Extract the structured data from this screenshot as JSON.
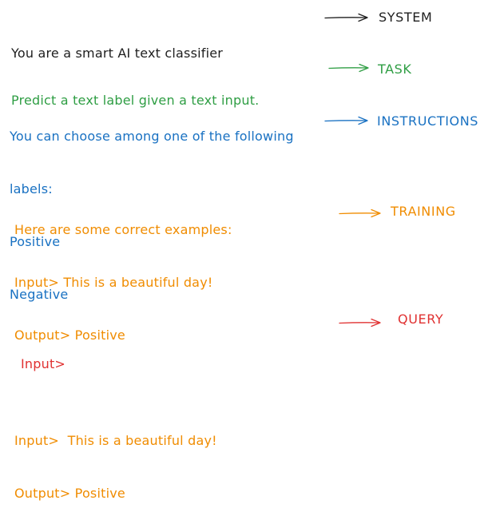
{
  "colors": {
    "system": "#1e1e1e",
    "task": "#2f9e44",
    "instructions": "#1971c2",
    "training": "#f08c00",
    "query": "#e03131"
  },
  "sections": {
    "system": {
      "lines": [
        "You are a smart AI text classifier"
      ],
      "label": "SYSTEM"
    },
    "task": {
      "lines": [
        "Predict a text label given a text input."
      ],
      "label": "TASK"
    },
    "instructions": {
      "lines": [
        "You can choose among one of the following",
        "labels:",
        "Positive",
        "Negative"
      ],
      "label": "INSTRUCTIONS"
    },
    "training": {
      "lines": [
        "Here are some correct examples:",
        "Input> This is a beautiful day!",
        "Output> Positive",
        "",
        "Input>  This is a beautiful day!",
        "Output> Positive"
      ],
      "label": "TRAINING"
    },
    "query": {
      "lines": [
        "Input>"
      ],
      "label": "QUERY"
    }
  }
}
